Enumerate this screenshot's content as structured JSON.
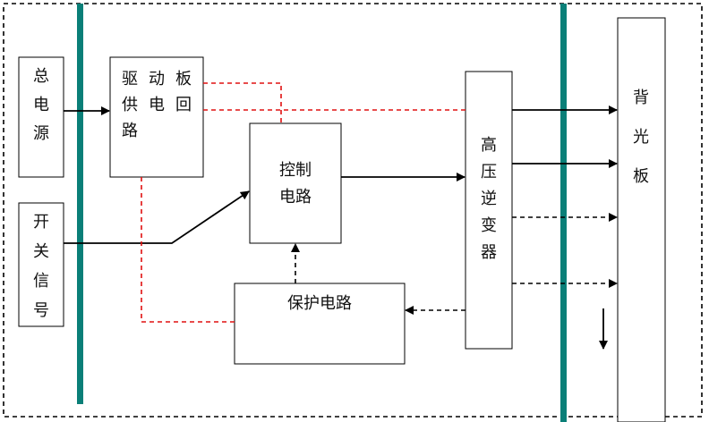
{
  "blocks": {
    "main_power": [
      "总",
      "电",
      "源"
    ],
    "switch_signal": [
      "开",
      "关",
      "信",
      "号"
    ],
    "driver_board": {
      "row1": [
        "驱",
        "动",
        "板"
      ],
      "row2": [
        "供",
        "电",
        "回"
      ],
      "row3": [
        "路"
      ]
    },
    "control": [
      "控制",
      "电路"
    ],
    "protection": "保护电路",
    "inverter": [
      "高",
      "压",
      "逆",
      "变",
      "器"
    ],
    "backlight": [
      "背",
      "光",
      "板"
    ]
  },
  "colors": {
    "bar": "#0a7f78",
    "line": "#000000",
    "dashed_red": "#e01010",
    "dashed_black": "#000000"
  }
}
